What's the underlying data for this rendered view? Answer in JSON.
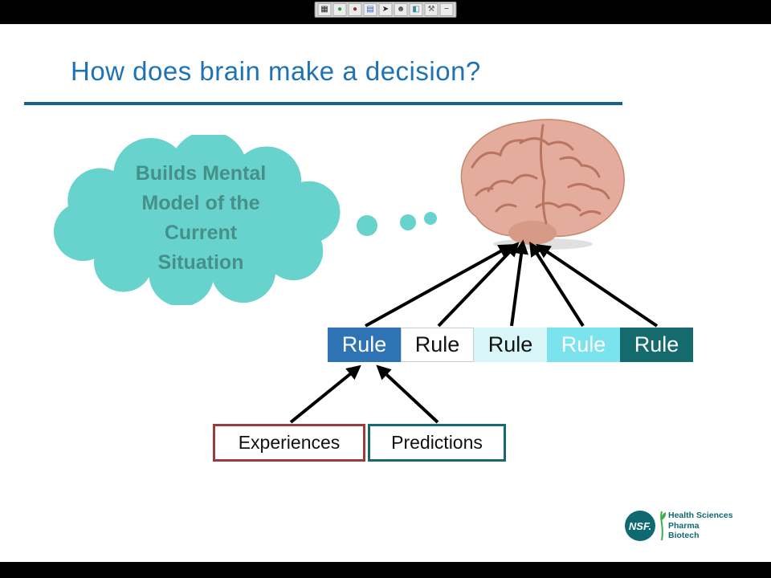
{
  "toolbar": {
    "icons": [
      {
        "name": "screenshot-icon",
        "glyph": "▦",
        "color": "#222222"
      },
      {
        "name": "start-icon",
        "glyph": "●",
        "color": "#2F9E3F"
      },
      {
        "name": "record-icon",
        "glyph": "●",
        "color": "#8E2F2F"
      },
      {
        "name": "save-icon",
        "glyph": "▤",
        "color": "#2F5FBF"
      },
      {
        "name": "pointer-icon",
        "glyph": "➤",
        "color": "#222222"
      },
      {
        "name": "participants-icon",
        "glyph": "☻",
        "color": "#555555"
      },
      {
        "name": "color-icon",
        "glyph": "◧",
        "color": "#2F8F9F"
      },
      {
        "name": "tools-icon",
        "glyph": "⚒",
        "color": "#555555"
      },
      {
        "name": "minimize-icon",
        "glyph": "−",
        "color": "#222222"
      }
    ]
  },
  "slide": {
    "title": "How does brain make a decision?",
    "colors": {
      "title": "#1E73B5",
      "divider": "#17618C",
      "cloud_fill": "#68D2CD",
      "cloud_text": "#46908B",
      "nsf_teal": "#0E6A70",
      "nsf_green": "#3FAE49"
    },
    "cloud": {
      "lines": [
        "Builds Mental",
        "Model of the",
        "Current",
        "Situation"
      ]
    },
    "rules": [
      {
        "label": "Rule",
        "bg": "#2E74B5",
        "fg": "#FFFFFF"
      },
      {
        "label": "Rule",
        "bg": "#FFFFFF",
        "fg": "#111111",
        "border": "#C6CDD0"
      },
      {
        "label": "Rule",
        "bg": "#D8F6F7",
        "fg": "#111111"
      },
      {
        "label": "Rule",
        "bg": "#7BE3EE",
        "fg": "#FFFFFF"
      },
      {
        "label": "Rule",
        "bg": "#156A6E",
        "fg": "#FFFFFF"
      }
    ],
    "inputs": [
      {
        "label": "Experiences",
        "border_color": "#9D3A3F"
      },
      {
        "label": "Predictions",
        "border_color": "#16696E"
      }
    ],
    "logo": {
      "nsf": "NSF.",
      "lines": [
        "Health Sciences",
        "Pharma",
        "Biotech"
      ]
    }
  }
}
